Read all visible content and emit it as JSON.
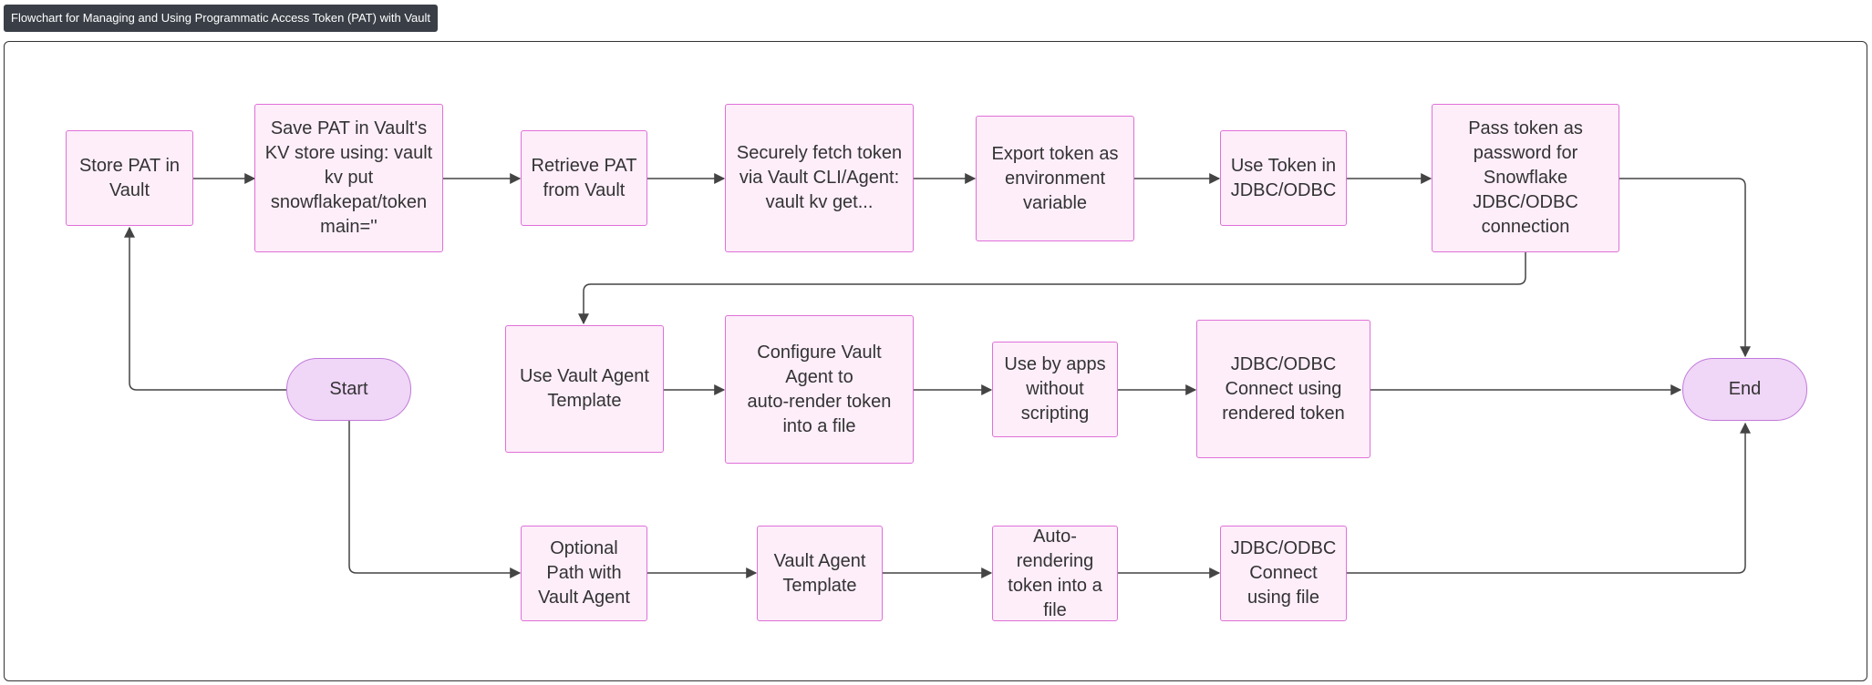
{
  "title": "Flowchart for Managing and Using Programmatic Access Token (PAT) with Vault",
  "colors": {
    "node_fill": "#fdeefa",
    "node_border": "#e070d8",
    "terminal_fill": "#f0d6f7",
    "edge": "#444444"
  },
  "nodes": {
    "store_pat": "Store PAT in\nVault",
    "save_pat": "Save PAT in Vault's\nKV store using: vault\nkv put\nsnowflakepat/token\nmain=''",
    "retrieve_pat": "Retrieve PAT\nfrom Vault",
    "securely_fetch": "Securely fetch token\nvia Vault CLI/Agent:\nvault kv get...",
    "export_token": "Export token as\nenvironment\nvariable",
    "use_token_jdbc": "Use Token in\nJDBC/ODBC",
    "pass_token": "Pass token as\npassword for\nSnowflake\nJDBC/ODBC\nconnection",
    "start": "Start",
    "use_vault_agent_template": "Use Vault Agent\nTemplate",
    "configure_vault_agent": "Configure Vault\nAgent to\nauto-render token\ninto a file",
    "use_by_apps": "Use by apps\nwithout\nscripting",
    "jdbc_connect_rendered": "JDBC/ODBC\nConnect using\nrendered token",
    "end": "End",
    "optional_path": "Optional\nPath with\nVault Agent",
    "vault_agent_template": "Vault Agent\nTemplate",
    "auto_rendering": "Auto-rendering\ntoken into a\nfile",
    "jdbc_connect_file": "JDBC/ODBC\nConnect\nusing file"
  }
}
